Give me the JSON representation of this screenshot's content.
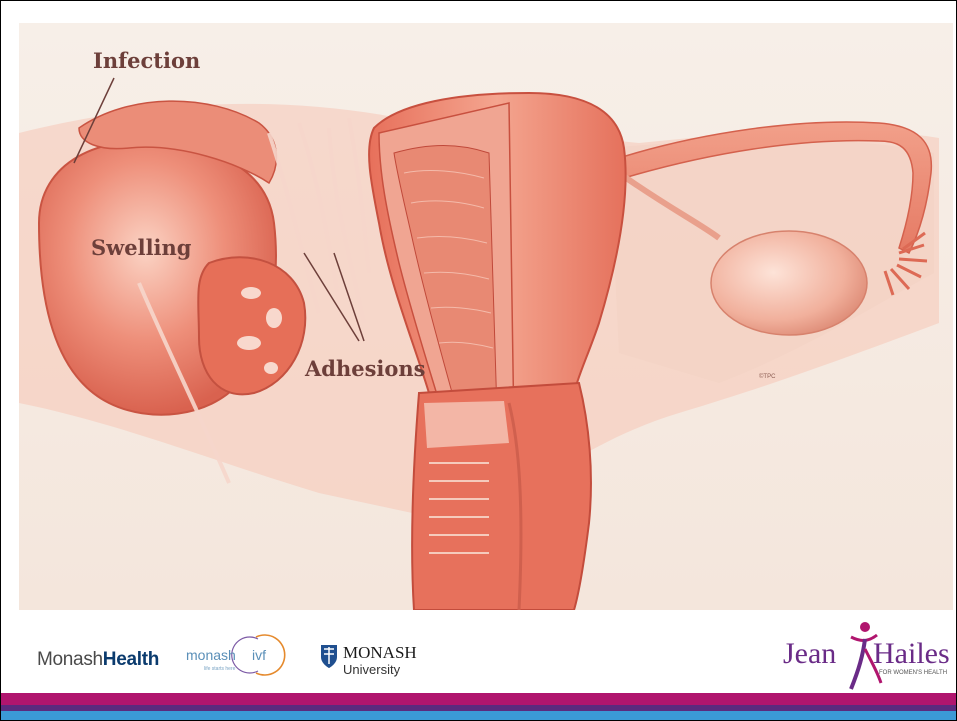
{
  "illustration": {
    "labels": {
      "infection": "Infection",
      "swelling": "Swelling",
      "adhesions": "Adhesions",
      "artist_mark": "©TPC"
    }
  },
  "logos": {
    "monash_health": {
      "part1": "Monash",
      "part2": "Health"
    },
    "monash_ivf": {
      "name": "monash",
      "badge": "ivf",
      "tagline": "life starts here"
    },
    "monash_university": {
      "line1": "MONASH",
      "line2": "University"
    },
    "jean_hailes": {
      "part1": "Jean",
      "part2": "Hailes",
      "tagline": "FOR WOMEN'S HEALTH"
    }
  },
  "colors": {
    "bar_magenta": "#b0156e",
    "bar_purple": "#5b2a7e",
    "bar_blue": "#3b9ad6"
  }
}
